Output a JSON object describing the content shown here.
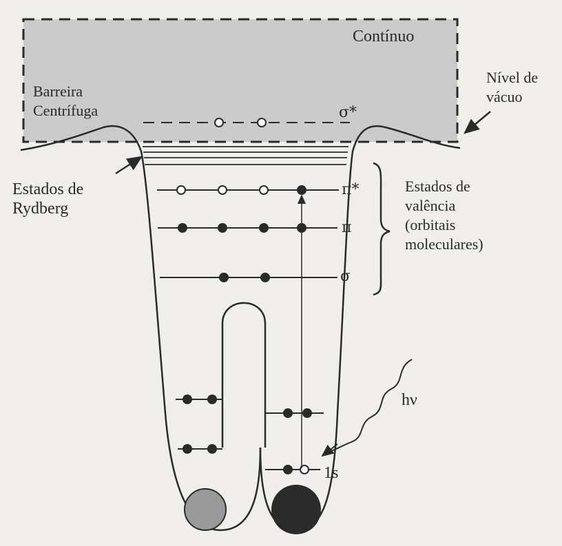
{
  "labels": {
    "continuum": "Contínuo",
    "barrier": [
      "Barreira",
      "Centrífuga"
    ],
    "vacuum": [
      "Nível de",
      "vácuo"
    ],
    "rydberg": [
      "Estados de",
      "Rydberg"
    ],
    "valence": [
      "Estados de",
      "valência",
      "(orbitais",
      "moleculares)"
    ],
    "photon": "hν",
    "core": "1s"
  },
  "orbitals": [
    {
      "symbol": "σ*"
    },
    {
      "symbol": "π*"
    },
    {
      "symbol": "π"
    },
    {
      "symbol": "σ"
    }
  ],
  "colors": {
    "continuum_fill": "#cbcbcb",
    "background": "#f0efec",
    "ink": "#2a2a2a",
    "left_nucleus": "#9a9a9a",
    "right_nucleus": "#2a2a2a"
  }
}
